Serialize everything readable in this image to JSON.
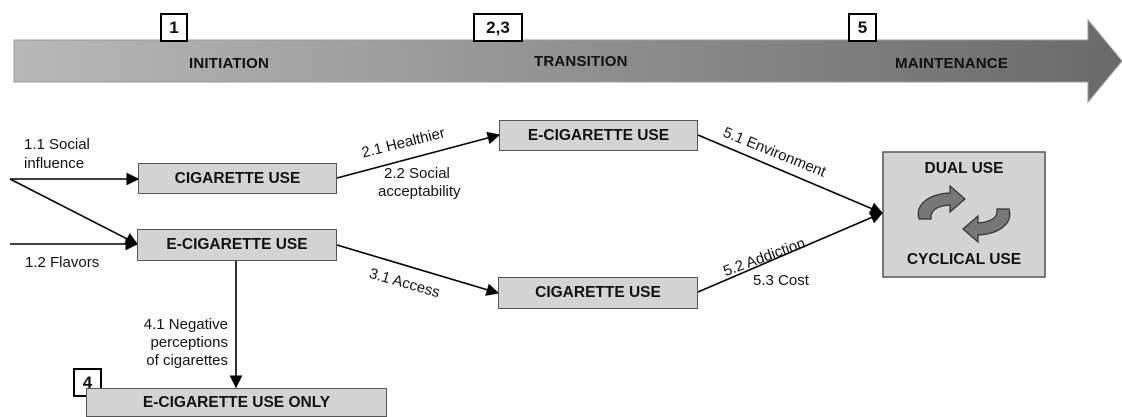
{
  "stages": [
    {
      "number": "1",
      "label": "INITIATION"
    },
    {
      "number": "2,3",
      "label": "TRANSITION"
    },
    {
      "number": "5",
      "label": "MAINTENANCE"
    },
    {
      "number": "4"
    }
  ],
  "nodes": {
    "cig_init": "CIGARETTE USE",
    "ecig_init": "E-CIGARETTE USE",
    "ecig_trans": "E-CIGARETTE USE",
    "cig_trans": "CIGARETTE USE",
    "ecig_only": "E-CIGARETTE USE ONLY",
    "dual_top": "DUAL USE",
    "dual_bottom": "CYCLICAL USE"
  },
  "factors": {
    "f1_1_a": "1.1 Social",
    "f1_1_b": "influence",
    "f1_2": "1.2 Flavors",
    "f2_1": "2.1 Healthier",
    "f2_2_a": "2.2 Social",
    "f2_2_b": "acceptability",
    "f3_1": "3.1 Access",
    "f4_1_a": "4.1 Negative",
    "f4_1_b": "perceptions",
    "f4_1_c": "of cigarettes",
    "f5_1": "5.1 Environment",
    "f5_2": "5.2 Addiction",
    "f5_3": "5.3 Cost"
  },
  "colors": {
    "arrow_light": "#b5b5b5",
    "arrow_dark": "#6e6e6e",
    "node_fill": "#d3d3d3",
    "cycle_fill": "#777777"
  },
  "icons": {
    "cycle": "cycle-arrows-icon"
  }
}
